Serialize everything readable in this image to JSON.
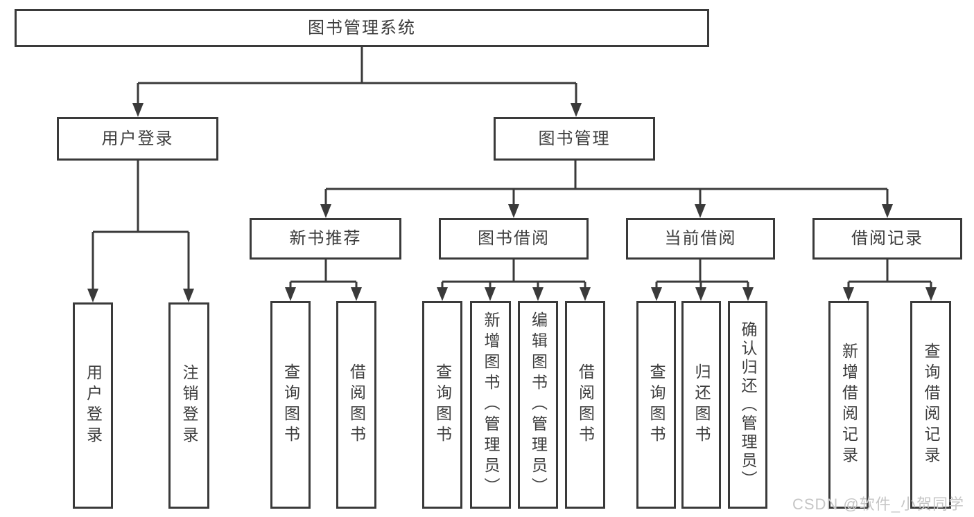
{
  "diagram": {
    "root": "图书管理系统",
    "branches": [
      {
        "label": "用户登录",
        "children": [
          "用户登录",
          "注销登录"
        ]
      },
      {
        "label": "图书管理",
        "children": [
          {
            "label": "新书推荐",
            "children": [
              "查询图书",
              "借阅图书"
            ]
          },
          {
            "label": "图书借阅",
            "children": [
              "查询图书",
              "新增图书（管理员）",
              "编辑图书（管理员）",
              "借阅图书"
            ]
          },
          {
            "label": "当前借阅",
            "children": [
              "查询图书",
              "归还图书",
              "确认归还（管理员）"
            ]
          },
          {
            "label": "借阅记录",
            "children": [
              "新增借阅记录",
              "查询借阅记录"
            ]
          }
        ]
      }
    ]
  },
  "watermark": {
    "text": "CSDN @软件_小贺同学"
  },
  "colors": {
    "line": "#3a3a3a",
    "text": "#3d3d3d",
    "watermark": "#c6c6c6",
    "background": "#ffffff"
  }
}
